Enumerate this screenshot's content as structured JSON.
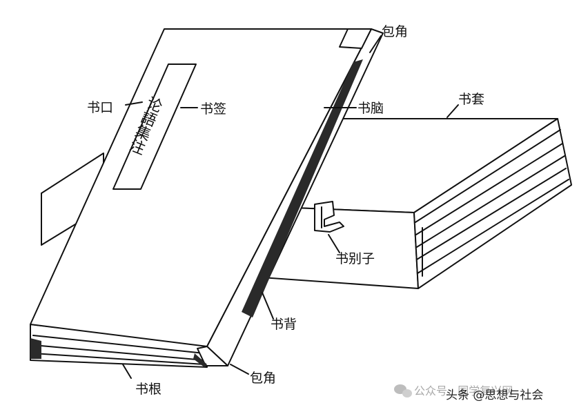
{
  "labels": {
    "bao_jiao_top": "包角",
    "shu_kou": "书口",
    "shu_qian": "书签",
    "shu_nao": "书脑",
    "shu_tao": "书套",
    "shu_bie_zi": "书别子",
    "shu_bei": "书背",
    "shu_gen": "书根",
    "bao_jiao_bottom": "包角"
  },
  "title_slip_text": "论語集注",
  "watermark": {
    "left": "公众号 · 国学复兴网",
    "right": "头条 @思想与社会"
  },
  "colors": {
    "ink": "#111111",
    "background": "#ffffff",
    "watermark_faded": "#a9a9a9"
  },
  "icons": [
    "wechat-icon"
  ]
}
